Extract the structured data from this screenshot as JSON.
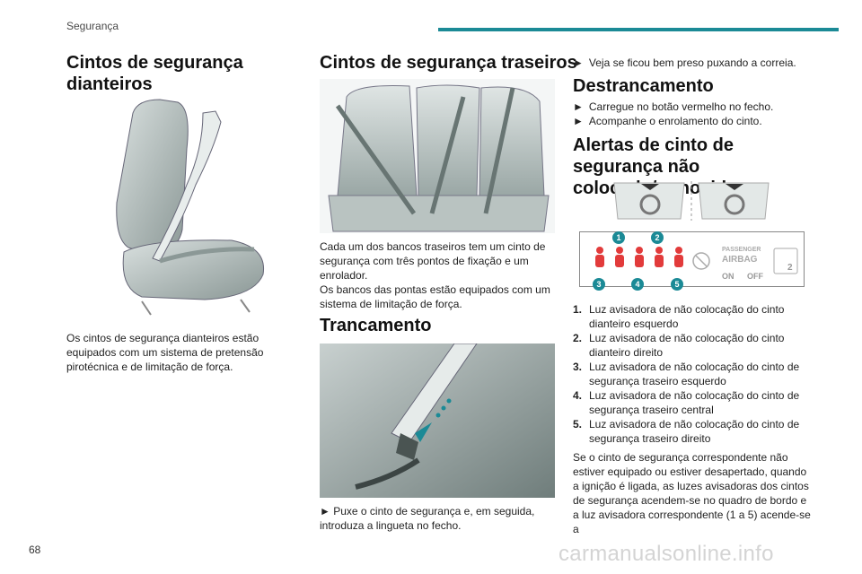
{
  "header": {
    "section": "Segurança",
    "accent_color": "#1b8a96"
  },
  "page_number": "68",
  "watermark": "carmanualsonline.info",
  "col1": {
    "title": "Cintos de segurança dianteiros",
    "text": "Os cintos de segurança dianteiros estão equipados com um sistema de pretensão pirotécnica e de limitação de força."
  },
  "col2": {
    "title": "Cintos de segurança traseiros",
    "text": "Cada um dos bancos traseiros tem um cinto de segurança com três pontos de fixação e um enrolador.\nOs bancos das pontas estão equipados com um sistema de limitação de força.",
    "lock_title": "Trancamento",
    "lock_text": "► Puxe o cinto de segurança e, em seguida, introduza a lingueta no fecho."
  },
  "col3": {
    "check_bullets": [
      "Veja se ficou bem preso puxando a correia."
    ],
    "unlock_title": "Destrancamento",
    "unlock_bullets": [
      "Carregue no botão vermelho no fecho.",
      "Acompanhe o enrolamento do cinto."
    ],
    "alert_title": "Alertas de cinto de segurança não colocado/removido",
    "panel": {
      "callouts": [
        "1",
        "2",
        "3",
        "4",
        "5"
      ],
      "passenger": "PASSENGER",
      "airbag": "AIRBAG",
      "on": "ON",
      "off": "OFF",
      "count": "2"
    },
    "items": [
      {
        "n": "1.",
        "text": "Luz avisadora de não colocação do cinto dianteiro esquerdo"
      },
      {
        "n": "2.",
        "text": "Luz avisadora de não colocação do cinto dianteiro direito"
      },
      {
        "n": "3.",
        "text": "Luz avisadora de não colocação do cinto de segurança traseiro esquerdo"
      },
      {
        "n": "4.",
        "text": "Luz avisadora de não colocação do cinto de segurança traseiro central"
      },
      {
        "n": "5.",
        "text": "Luz avisadora de não colocação do cinto de segurança traseiro direito"
      }
    ],
    "warning_text": "Se o cinto de segurança correspondente não estiver equipado ou estiver desapertado, quando a ignição é ligada, as luzes avisadoras dos cintos de segurança acendem-se no quadro de bordo e a luz avisadora correspondente (1 a 5) acende-se a"
  }
}
